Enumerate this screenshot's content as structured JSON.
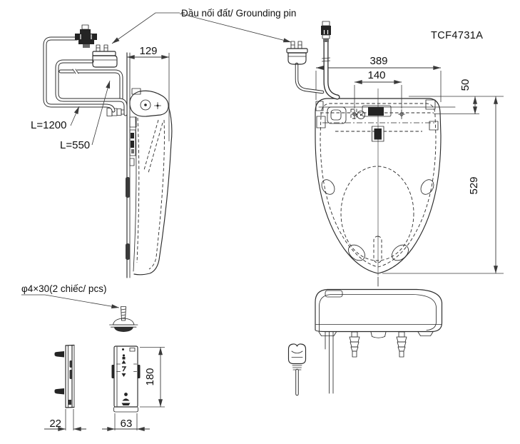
{
  "drawing": {
    "model": "TCF4731A",
    "labels": {
      "grounding_pin": "Đầu nối đất/ Grounding pin",
      "power_cord_length": "L=1200",
      "supply_hose_length": "L=550",
      "screw_note": "φ4×30(2 chiếc/ pcs)"
    },
    "dimensions_mm": {
      "unit_depth": "129",
      "overall_width": "389",
      "bolt_pitch": "140",
      "hinge_setback": "50",
      "overall_length": "529",
      "remote_depth": "22",
      "remote_width": "63",
      "remote_height": "180"
    },
    "colors": {
      "line": "#2b2b2b",
      "dimension": "#3a3a3a",
      "background": "#ffffff"
    }
  }
}
